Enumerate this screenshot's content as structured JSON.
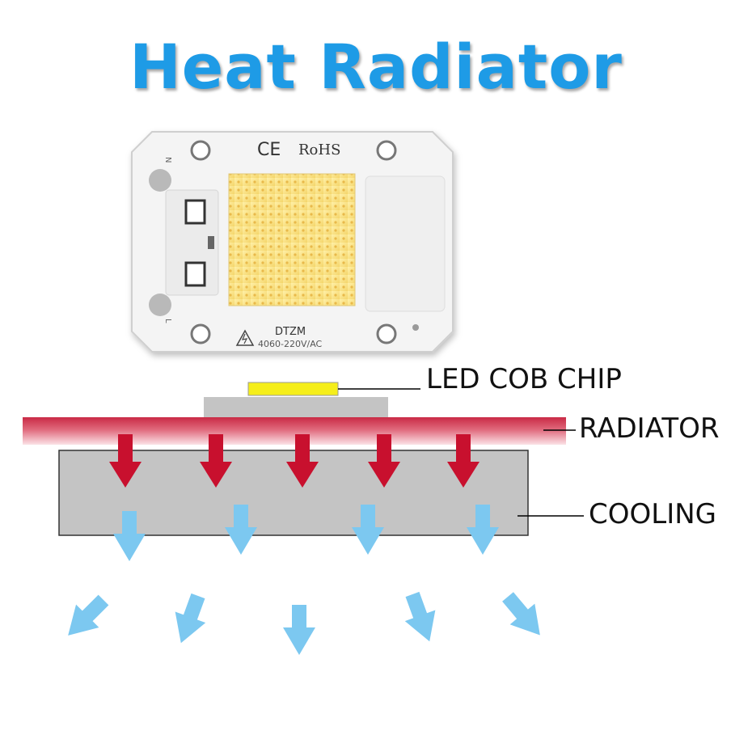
{
  "title": "Heat Radiator",
  "board": {
    "ce_mark": "CE",
    "rohs_mark": "RoHS",
    "brand": "DTZM",
    "voltage": "4060-220V/AC",
    "pin_n": "N",
    "pin_l": "L"
  },
  "labels": {
    "chip": "LED COB CHIP",
    "radiator": "RADIATOR",
    "cooling": "COOLING"
  },
  "colors": {
    "title": "#1e9be6",
    "chip": "#f5ee1a",
    "radiator": "#d9475e",
    "heat_arrow": "#c8102e",
    "cool_arrow": "#7cc8f0",
    "block": "#c4c4c4"
  }
}
